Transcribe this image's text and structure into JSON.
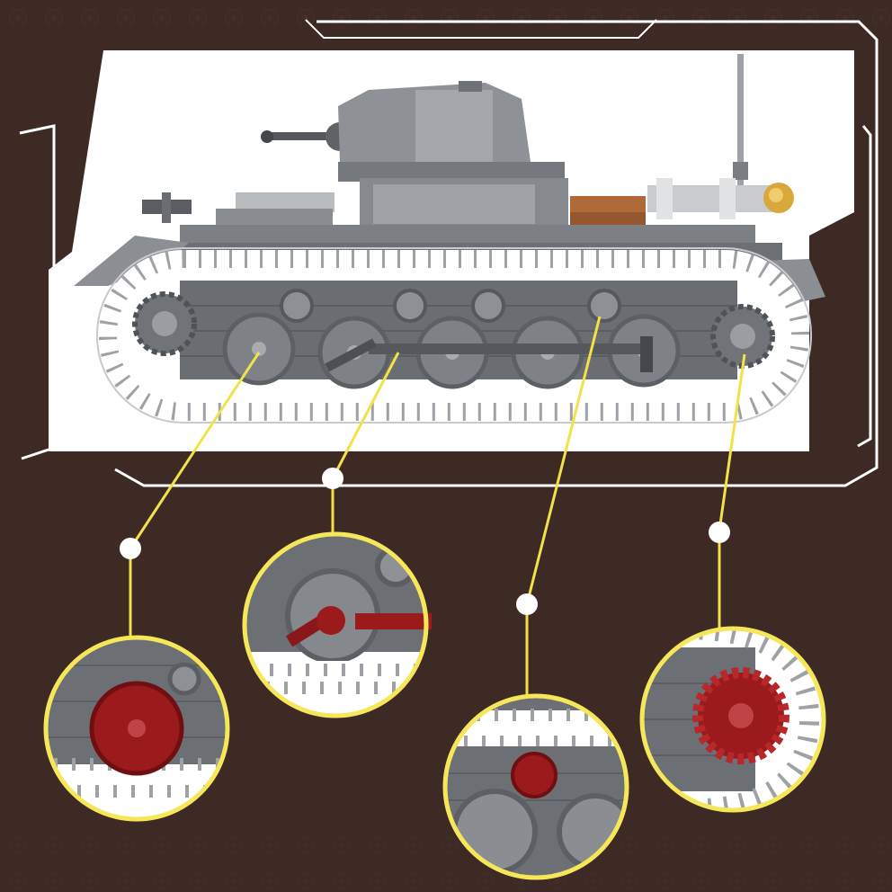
{
  "colors": {
    "background": "#3d2a24",
    "frame": "#ffffff",
    "callout_line": "#f2e24a",
    "callout_ring": "#f6e75a",
    "tank_grey": "#8d8f93",
    "tank_dark": "#5c5f64",
    "highlight_part": "#9b1b1d",
    "crate": "#b06a3a",
    "brass": "#d9a83a"
  },
  "icons": [
    "tank-model",
    "road-wheel",
    "suspension-arm",
    "support-roller",
    "drive-sprocket"
  ],
  "callouts": [
    {
      "part": "road-wheel"
    },
    {
      "part": "suspension-arm"
    },
    {
      "part": "support-roller"
    },
    {
      "part": "drive-sprocket"
    }
  ]
}
